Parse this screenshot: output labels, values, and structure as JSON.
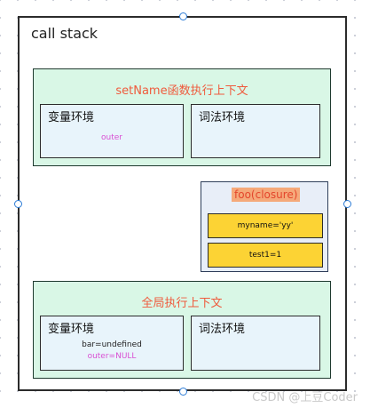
{
  "call_stack": {
    "title": "call stack"
  },
  "set_name_context": {
    "title": "setName函数执行上下文",
    "variable_env": {
      "label": "变量环境",
      "outer": "outer"
    },
    "lexical_env": {
      "label": "词法环境"
    }
  },
  "closure": {
    "title": "foo(closure)",
    "vars": [
      "myname='yy'",
      "test1=1"
    ]
  },
  "global_context": {
    "title": "全局执行上下文",
    "variable_env": {
      "label": "变量环境",
      "bar": "bar=undefined",
      "outer": "outer=NULL"
    },
    "lexical_env": {
      "label": "词法环境"
    }
  },
  "watermark": "CSDN @上豆Coder",
  "colors": {
    "context_bg": "#d9f7e6",
    "env_bg": "#e8f4fb",
    "closure_bg": "#e8eef8",
    "var_bg": "#fcd334",
    "title_text": "#ef5a3c",
    "outer_text": "#d94fd3"
  }
}
